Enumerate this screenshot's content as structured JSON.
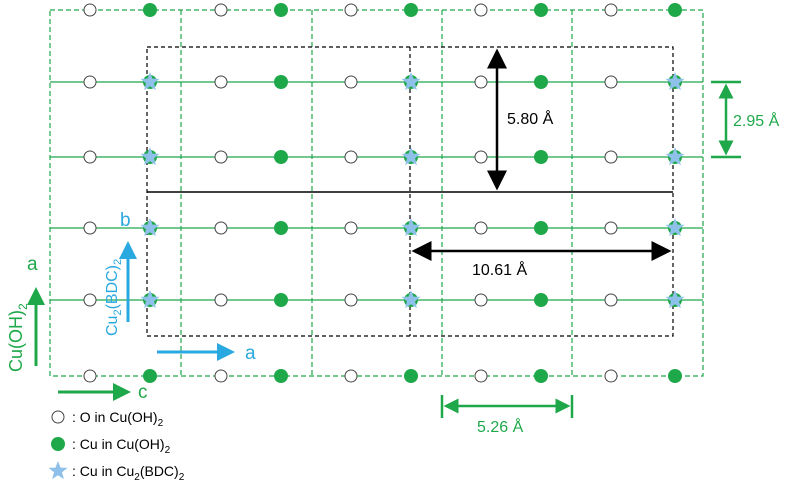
{
  "colors": {
    "green": "#1fa84a",
    "blue": "#2aa8e0",
    "star": "#8fc0ea",
    "black": "#000000",
    "o_stroke": "#444444"
  },
  "labels": {
    "dim_5_80": "5.80 Å",
    "dim_10_61": "10.61 Å",
    "dim_2_95": "2.95 Å",
    "dim_5_26": "5.26 Å",
    "cu_oh2_axis_a": "a",
    "cu_oh2_axis_c": "c",
    "cu_oh2_axis_name": "Cu(OH)",
    "cu_oh2_axis_sub": "2",
    "bdc_axis_b": "b",
    "bdc_axis_a": "a",
    "bdc_axis_name_pre": "Cu",
    "bdc_axis_name_sub": "2",
    "bdc_axis_name_post": "(BDC)",
    "bdc_axis_name_sub2": "2"
  },
  "legend": [
    {
      "icon": "open-circle-icon",
      "pre": ": O in Cu(OH)",
      "sub": "2",
      "post": ""
    },
    {
      "icon": "green-circle-icon",
      "pre": ": Cu in Cu(OH)",
      "sub": "2",
      "post": ""
    },
    {
      "icon": "blue-star-icon",
      "pre": ": Cu in Cu",
      "sub": "2",
      "post": "(BDC)",
      "sub2": "2"
    }
  ]
}
